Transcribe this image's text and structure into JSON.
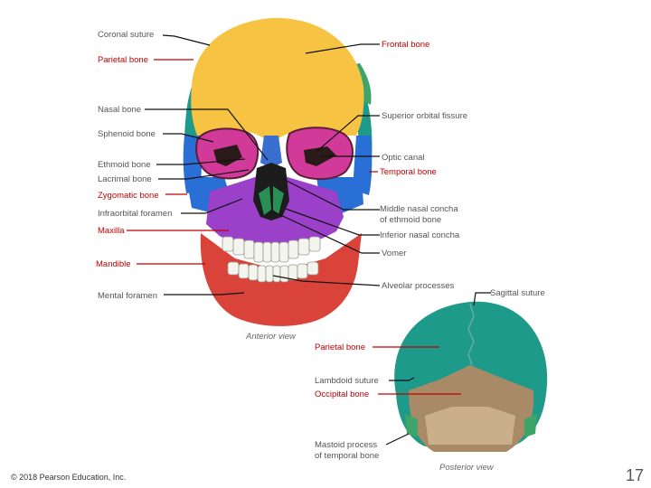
{
  "anterior": {
    "view_caption": "Anterior view",
    "labels": {
      "coronal_suture": "Coronal suture",
      "frontal_bone": "Frontal bone",
      "parietal_bone": "Parietal bone",
      "nasal_bone": "Nasal bone",
      "superior_orbital_fissure": "Superior orbital fissure",
      "sphenoid_bone": "Sphenoid bone",
      "optic_canal": "Optic canal",
      "ethmoid_bone": "Ethmoid bone",
      "temporal_bone": "Temporal bone",
      "lacrimal_bone": "Lacrimal bone",
      "zygomatic_bone": "Zygomatic bone",
      "middle_nasal_concha_1": "Middle nasal concha",
      "middle_nasal_concha_2": "of ethmoid bone",
      "infraorbital_foramen": "Infraorbital foramen",
      "maxilla": "Maxilla",
      "inferior_nasal_concha": "Inferior nasal concha",
      "vomer": "Vomer",
      "mandible": "Mandible",
      "alveolar_processes": "Alveolar processes",
      "mental_foramen": "Mental foramen"
    }
  },
  "posterior": {
    "view_caption": "Posterior view",
    "labels": {
      "sagittal_suture": "Sagittal suture",
      "parietal_bone": "Parietal bone",
      "lambdoid_suture": "Lambdoid suture",
      "occipital_bone": "Occipital bone",
      "mastoid_process_1": "Mastoid process",
      "mastoid_process_2": "of temporal bone"
    }
  },
  "footer": {
    "copyright": "© 2018 Pearson Education, Inc.",
    "page_number": "17"
  },
  "colors": {
    "frontal": "#f6c343",
    "parietal": "#1e9a8a",
    "temporal": "#3da56a",
    "sphenoid": "#2a6fd6",
    "zygomatic": "#2a6fd6",
    "maxilla": "#9b40c9",
    "mandible": "#d9433a",
    "nasal": "#3a6fd0",
    "orbit": "#d23a9a",
    "occipital": "#a88a66",
    "leader_red": "#c00000",
    "leader_black": "#111111"
  }
}
